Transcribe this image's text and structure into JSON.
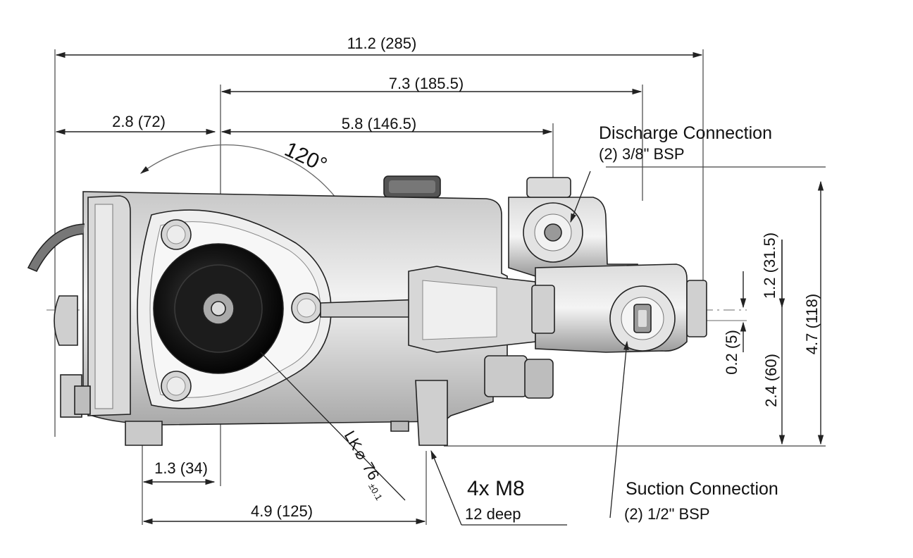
{
  "dimensions": {
    "overall_length": "11.2 (285)",
    "length_7_3": "7.3 (185.5)",
    "length_2_8": "2.8 (72)",
    "length_5_8": "5.8 (146.5)",
    "angle": "120°",
    "height_1_2": "1.2 (31.5)",
    "height_0_2": "0.2 (5)",
    "height_2_4": "2.4 (60)",
    "height_4_7": "4.7 (118)",
    "foot_1_3": "1.3 (34)",
    "foot_4_9": "4.9 (125)",
    "bolt_circle_prefix": "LK",
    "bolt_circle_symbol": "⌀",
    "bolt_circle_value": "76",
    "bolt_circle_tol": "±0.1"
  },
  "callouts": {
    "discharge_title": "Discharge Connection",
    "discharge_spec": "(2) 3/8\" BSP",
    "suction_title": "Suction Connection",
    "suction_spec": "(2) 1/2\" BSP",
    "mount_thread": "4x M8",
    "mount_depth": "12 deep"
  },
  "colors": {
    "metal_light": "#e6e6e6",
    "metal_mid": "#b9b9b9",
    "metal_dark": "#5a5a5a",
    "outline": "#222222",
    "seal_black": "#111111"
  }
}
